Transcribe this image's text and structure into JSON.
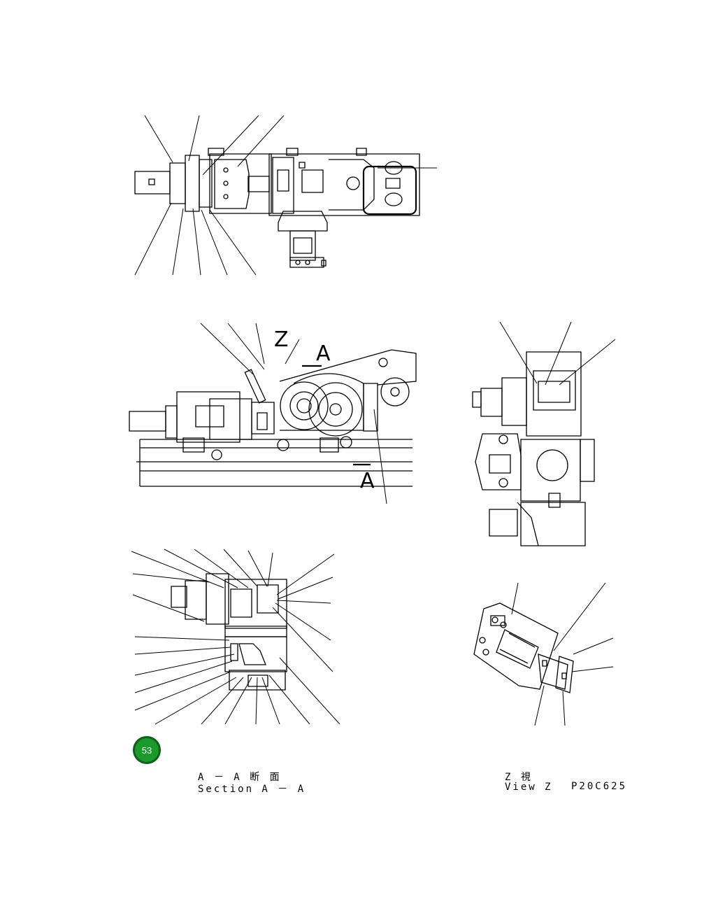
{
  "page_number": "53",
  "section_aa": {
    "title_jp": "A － A 断 面",
    "title_en": "Section A － A"
  },
  "view_z": {
    "title_jp": "Z 視",
    "title_en": "View Z"
  },
  "drawing_number": "P20C625",
  "view_markers": {
    "z": "Z",
    "a_top": "A",
    "a_bottom": "A"
  },
  "colors": {
    "badge": "#1a9a2a",
    "line": "#000000"
  }
}
